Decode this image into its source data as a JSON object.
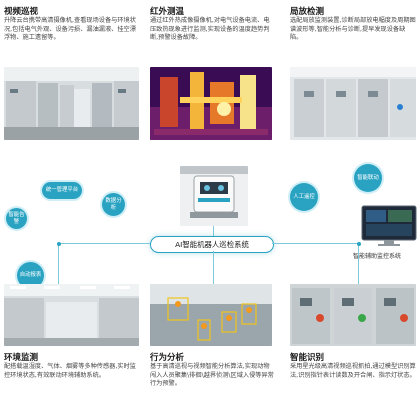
{
  "modules": {
    "video": {
      "title": "视频巡视",
      "desc": "升降云台携带高清摄像机,查看现场设备与环境状况,包括电气外观、设备污损、漏油漏液、挂空漂浮物、施工遗留等。"
    },
    "infrared": {
      "title": "红外测温",
      "desc": "通过红外热成像摄像机,对电气设备电流、电压致热现象进行监测,实现设备的温度趋势判断,预警设备故障。"
    },
    "partial": {
      "title": "局放检测",
      "desc": "选配局放监测装置,诊断局部放电幅度及周期图谱波形等,智能分析与诊断,提早发现设备缺陷。"
    },
    "environment": {
      "title": "环境监测",
      "desc": "配搭载温湿度、气体、烟雾等多种传感器,实时监控环境状态,有效联动环境辅助系统。"
    },
    "behavior": {
      "title": "行为分析",
      "desc": "基于高清巡视与视频智能分析算法,实现动物闯入人员聚集\\徘徊\\越界侦测\\区域入侵等异常行为预警。"
    },
    "recognition": {
      "title": "智能识别",
      "desc": "采用星光级高清视频巡视抓拍,通过模型识别算法,识别指针表计读数及开合闸、指示灯状态。"
    }
  },
  "center": {
    "system_label": "AI智能机器人巡检系统",
    "aux_label": "智能辅助监控系统"
  },
  "bubbles": {
    "unified_platform": "统一管理平台",
    "smart_alarm": "智能告警",
    "data_analysis": "数据分析",
    "auto_report": "自动报表",
    "manual_control": "人工遥控",
    "smart_linkage": "智能联动"
  },
  "colors": {
    "accent": "#2aa3c2",
    "accent_light": "#cfeef6",
    "pill_border": "#2aa3c2"
  }
}
